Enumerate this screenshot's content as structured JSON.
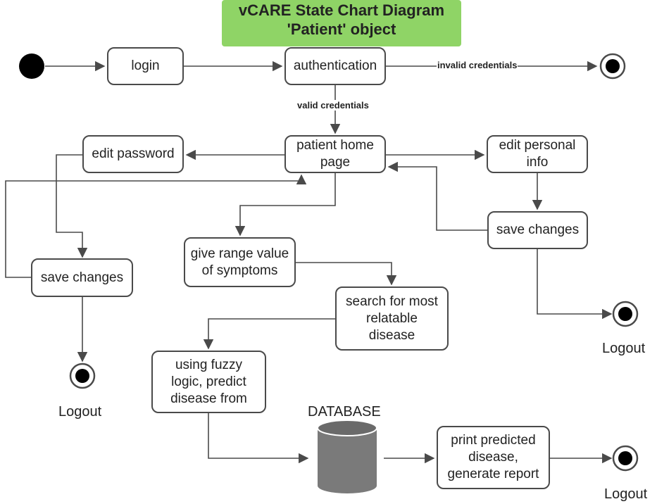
{
  "title": {
    "line1": "vCARE State Chart Diagram",
    "line2": "'Patient' object"
  },
  "states": {
    "login": "login",
    "authentication": "authentication",
    "patient_home": "patient home\npage",
    "edit_password": "edit password",
    "edit_personal_info": "edit personal\ninfo",
    "save_changes_right": "save changes",
    "save_changes_left": "save changes",
    "give_range": "give range value\nof symptoms",
    "search_disease": "search for most\nrelatable\ndisease",
    "fuzzy_logic": "using fuzzy\nlogic, predict\ndisease from",
    "print_report": "print predicted\ndisease,\ngenerate report"
  },
  "transitions": {
    "invalid": "invalid credentials",
    "valid": "valid credentials"
  },
  "labels": {
    "database": "DATABASE",
    "logout_right": "Logout",
    "logout_left": "Logout",
    "logout_bottom": "Logout"
  },
  "colors": {
    "title_fill": "#8fd466",
    "stroke": "#4a4a4a",
    "database_fill": "#7a7a7a",
    "node_fill": "#000000"
  }
}
